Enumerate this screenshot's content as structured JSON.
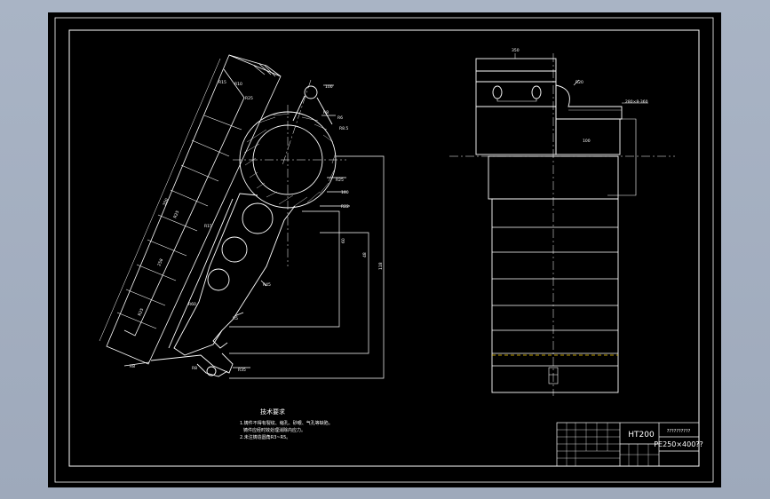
{
  "drawing": {
    "background_color": "#000000",
    "line_color": "#ffffff",
    "accent_color": "#ffd200",
    "tech_requirements": {
      "title": "技术要求",
      "lines": [
        "1.铸件不得有裂纹、缩孔、砂眼、气孔等缺陷。",
        "铸件应经时效处理消除内应力。",
        "2.未注铸造圆角R3~R5。"
      ]
    },
    "title_block": {
      "material": "HT200",
      "drawing_number": "PE250×400??",
      "company": "??????????"
    },
    "dimensions": {
      "left_view": [
        "100",
        "R8",
        "R6",
        "R8.5",
        "R25",
        "100",
        "R22",
        "60",
        "48",
        "118",
        "R25",
        "350",
        "R25",
        "258",
        "R25",
        "R8",
        "R5",
        "R45",
        "R35",
        "R8",
        "R60",
        "R15",
        "R15",
        "R10"
      ],
      "right_view": [
        "350",
        "R20",
        "100",
        "280×8-360"
      ]
    }
  }
}
